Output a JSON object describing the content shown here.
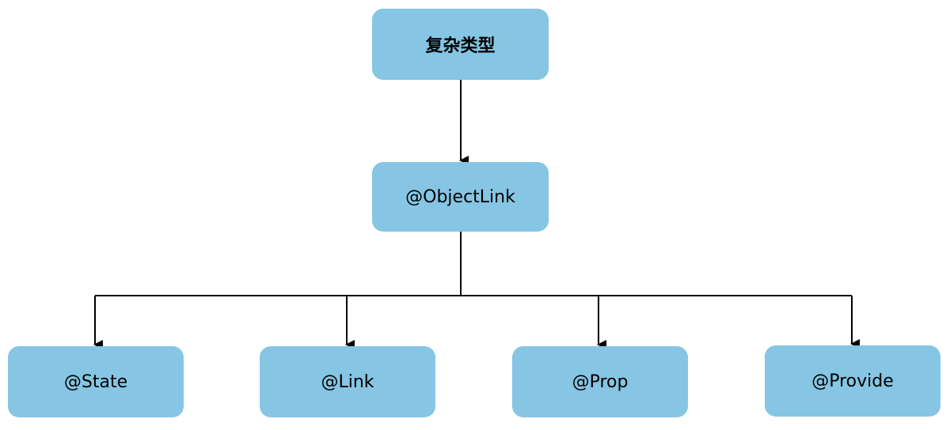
{
  "diagram": {
    "root": {
      "label": "复杂类型"
    },
    "middle": {
      "label": "@ObjectLink"
    },
    "children": [
      {
        "label": "@State"
      },
      {
        "label": "@Link"
      },
      {
        "label": "@Prop"
      },
      {
        "label": "@Provide"
      }
    ]
  },
  "colors": {
    "node_fill": "#86c5e3",
    "connector": "#000000",
    "text": "#000000"
  }
}
